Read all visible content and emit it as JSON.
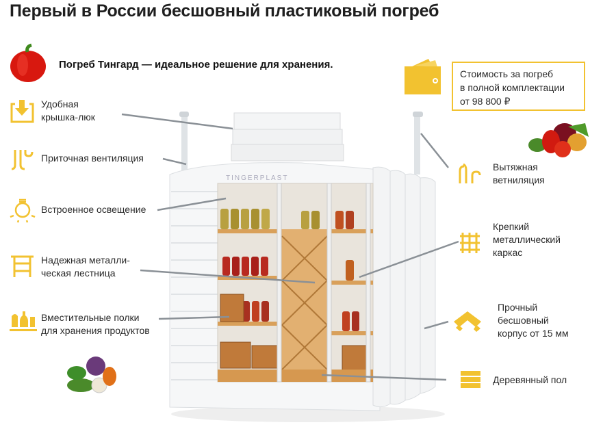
{
  "title": "Первый в России бесшовный пластиковый погреб",
  "subtitle": "Погреб Тингард — идеальное решение для хранения.",
  "brand_on_product": "TINGERPLAST",
  "accent_color": "#f2c230",
  "price": {
    "line1": "Стоимость за погреб",
    "line2": "в полной комплектации",
    "line3": "от 98 800 ₽"
  },
  "left_features": [
    {
      "icon": "hatch-icon",
      "line1": "Удобная",
      "line2": "крышка-люк"
    },
    {
      "icon": "intake-ventilation-icon",
      "line1": "Приточная вентиляция"
    },
    {
      "icon": "light-bulb-icon",
      "line1": "Встроенное освещение"
    },
    {
      "icon": "ladder-icon",
      "line1": "Надежная металли-",
      "line2": "ческая лестница"
    },
    {
      "icon": "bottles-icon",
      "line1": "Вместительные полки",
      "line2": "для хранения продуктов"
    }
  ],
  "right_features": [
    {
      "icon": "exhaust-ventilation-icon",
      "line1": "Вытяжная",
      "line2": "ветниляция"
    },
    {
      "icon": "grid-frame-icon",
      "line1": "Крепкий",
      "line2": "металлический",
      "line3": "каркас"
    },
    {
      "icon": "seamless-body-icon",
      "line1": "Прочный",
      "line2": "бесшовный",
      "line3": "корпус от 15 мм"
    },
    {
      "icon": "wooden-floor-icon",
      "line1": "Деревянный пол"
    }
  ]
}
